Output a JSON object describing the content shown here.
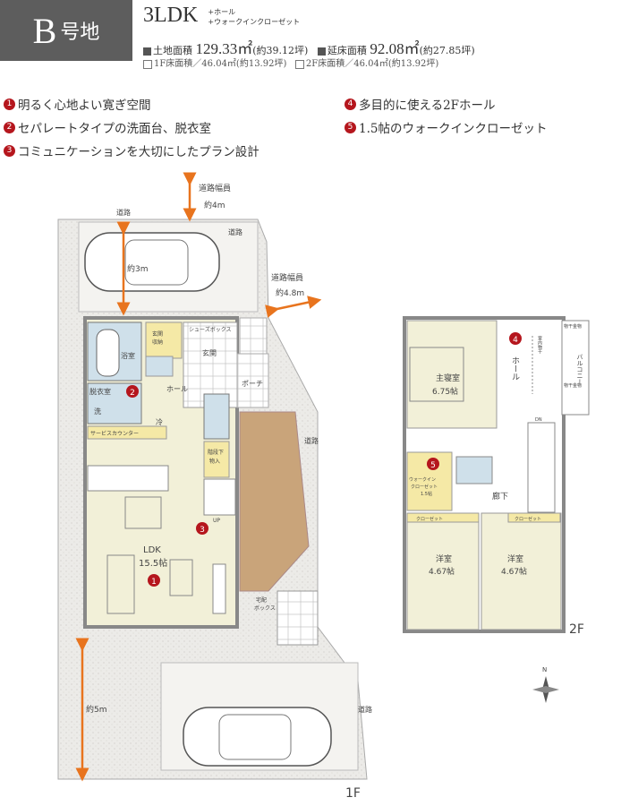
{
  "header": {
    "lot_letter": "B",
    "lot_suffix": "号地",
    "type": "3LDK",
    "extras": [
      "+ホール",
      "+ウォークインクローゼット"
    ],
    "land_area_label": "土地面積",
    "land_area": "129.33㎡",
    "land_tsubo": "(約39.12坪)",
    "floor_total_label": "延床面積",
    "floor_total": "92.08㎡",
    "floor_total_tsubo": "(約27.85坪)",
    "floor1": "1F床面積／46.04㎡(約13.92坪)",
    "floor2": "2F床面積／46.04㎡(約13.92坪)"
  },
  "features": [
    {
      "num": "1",
      "text": "明るく心地よい寛ぎ空間"
    },
    {
      "num": "2",
      "text": "セパレートタイプの洗面台、脱衣室"
    },
    {
      "num": "3",
      "text": "コミュニケーションを大切にしたプラン設計"
    },
    {
      "num": "4",
      "text": "多目的に使える2Fホール"
    },
    {
      "num": "5",
      "text": "1.5帖のウォークインクローゼット"
    }
  ],
  "floor1": {
    "label": "1F",
    "road_top": "道路",
    "road_top_right": "道路",
    "road_right": "道路",
    "road_bottom": "道路",
    "road_width_top": [
      "道路幅員",
      "約4m"
    ],
    "road_width_right": [
      "道路幅員",
      "約4.8m"
    ],
    "parking_top_depth": "約3m",
    "parking_bottom_depth": "約5m",
    "rooms": {
      "bath": "浴室",
      "dressing": "脱衣室",
      "wash": "洗",
      "entry_storage": [
        "玄関",
        "収納"
      ],
      "shoebox": "シューズボックス",
      "entrance": "玄関",
      "hall": "ホール",
      "porch": "ポーチ",
      "fridge": "冷",
      "service_counter": "サービスカウンター",
      "under_stairs": [
        "階段下",
        "物入"
      ],
      "up": "UP",
      "ldk": "LDK",
      "ldk_size": "15.5帖",
      "delivery_box": [
        "宅配",
        "ボックス"
      ]
    }
  },
  "floor2": {
    "label": "2F",
    "rooms": {
      "master": "主寝室",
      "master_size": "6.75帖",
      "hall": "ホール",
      "indoor_dry": "室内物干",
      "balcony": "バルコニー",
      "dry_hardware": "物干金物",
      "dn": "DN",
      "wic": [
        "ウォークイン",
        "クローゼット",
        "1.5帖"
      ],
      "corridor": "廊下",
      "closet": "クローゼット",
      "western": "洋室",
      "western_size": "4.67帖"
    }
  },
  "compass": "N",
  "colors": {
    "accent": "#b5161d",
    "arrow": "#e8741e",
    "floor": "#f2f0d8",
    "wet": "#cfe0ea",
    "wall": "#888888",
    "wood": "#c9a47a"
  }
}
